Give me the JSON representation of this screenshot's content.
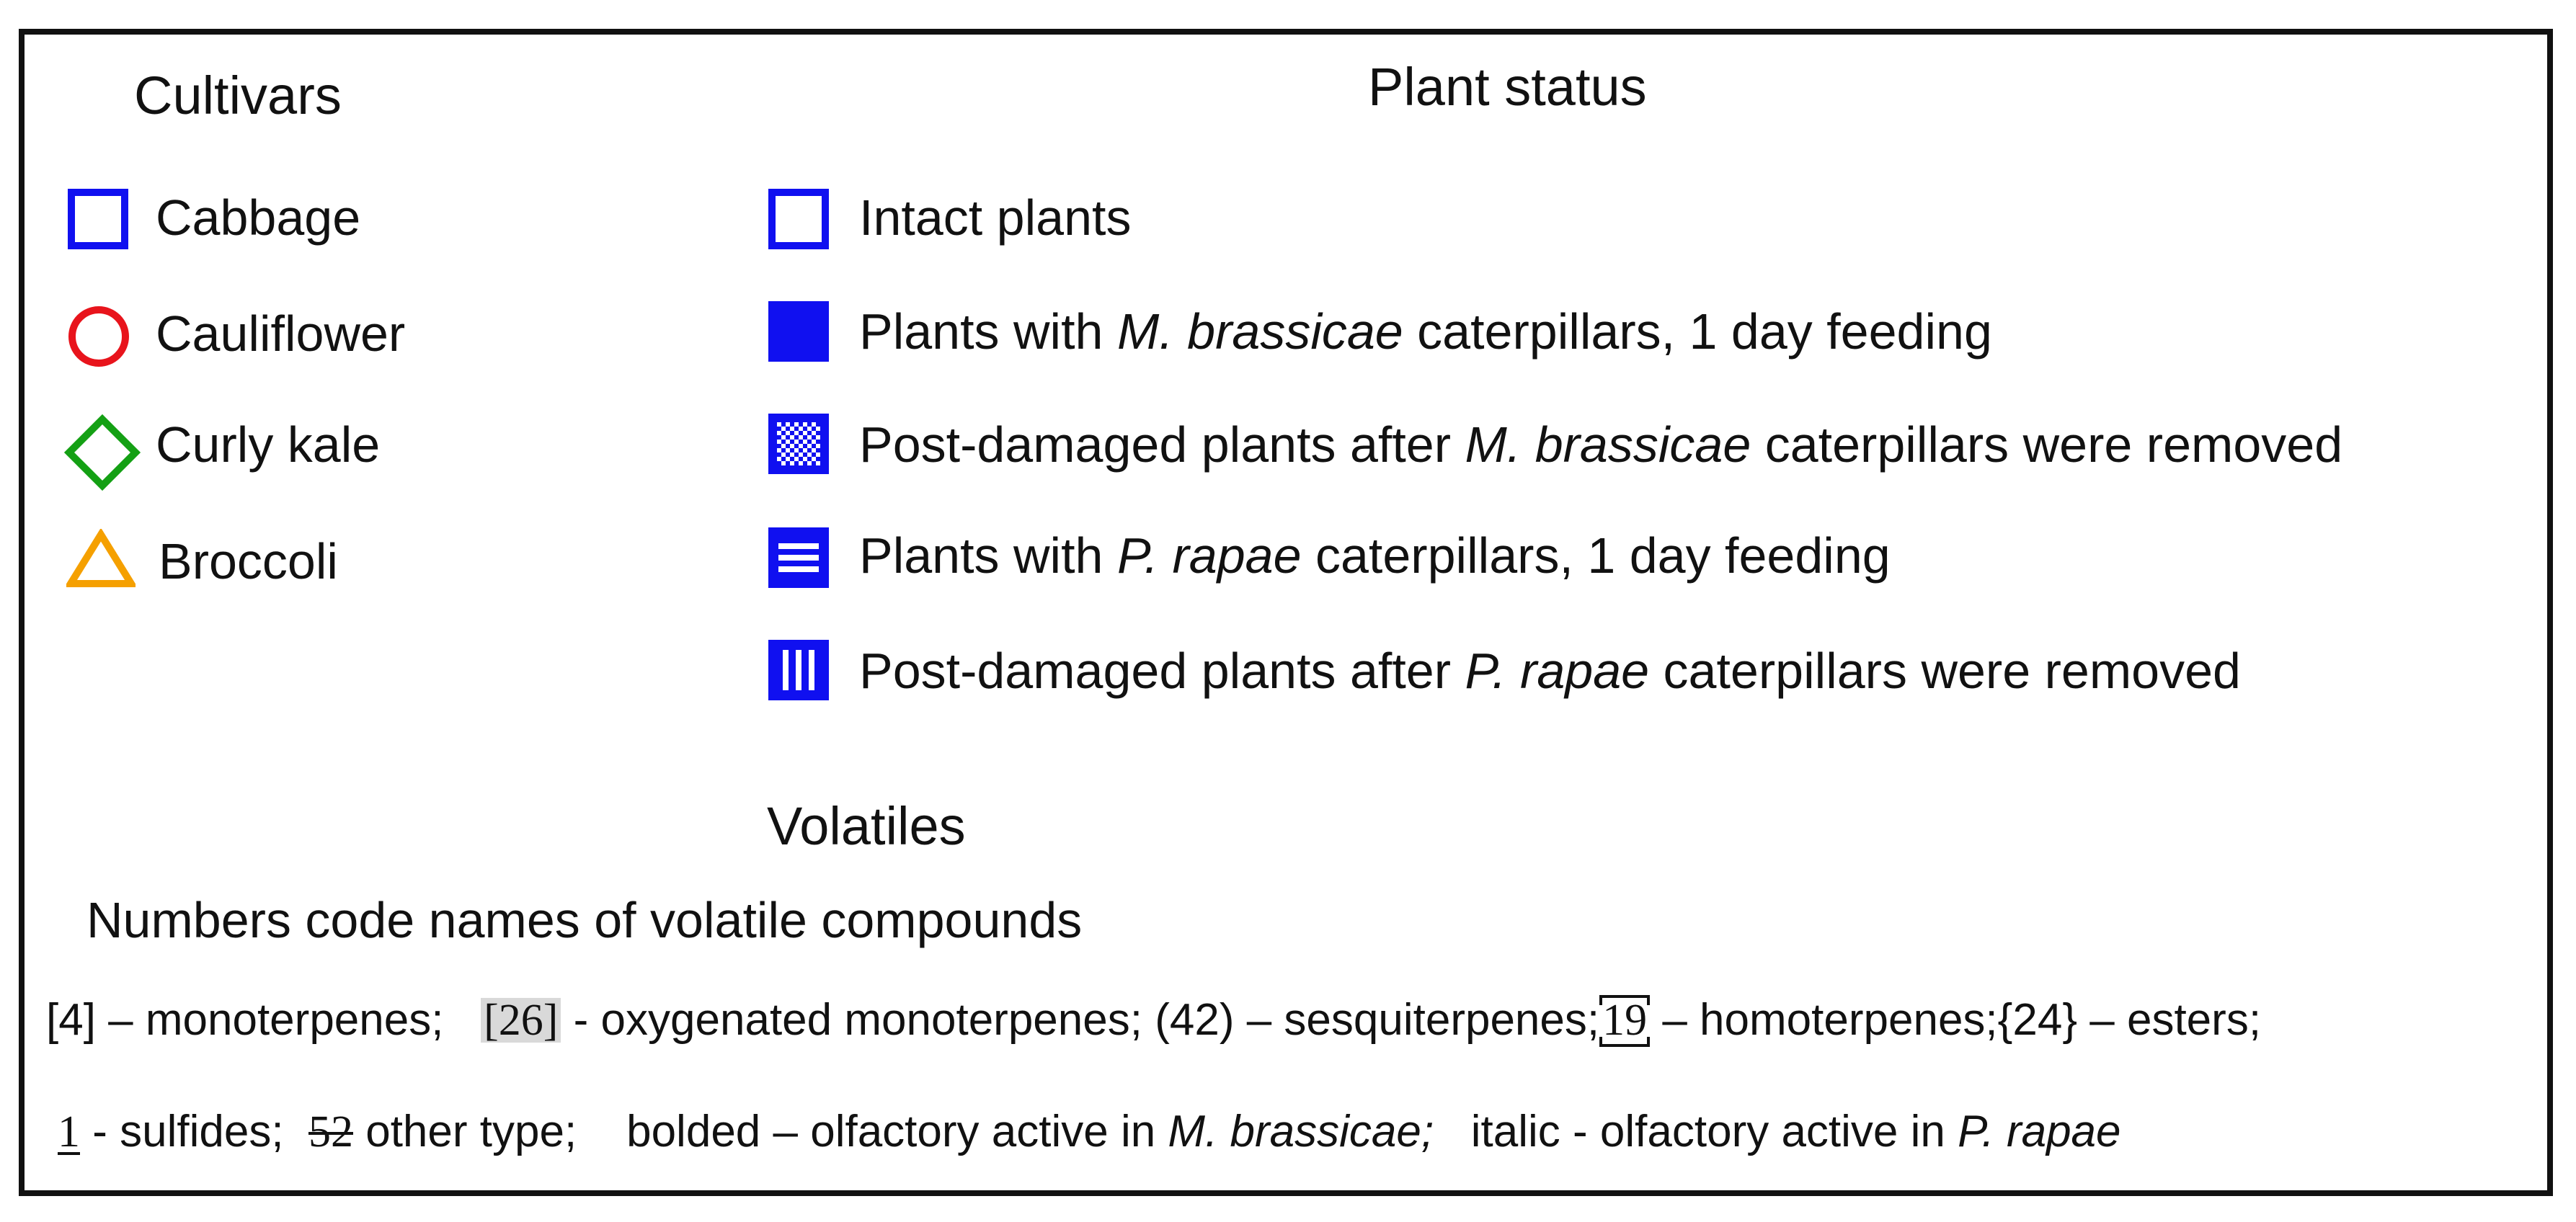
{
  "headings": {
    "cultivars": "Cultivars",
    "plant_status": "Plant status",
    "volatiles": "Volatiles"
  },
  "cultivars": [
    {
      "label": "Cabbage",
      "marker": "open-square",
      "color": "#1010f0"
    },
    {
      "label": "Cauliflower",
      "marker": "open-circle",
      "color": "#e8141c"
    },
    {
      "label": "Curly kale",
      "marker": "open-diamond",
      "color": "#14a014"
    },
    {
      "label": "Broccoli",
      "marker": "open-triangle",
      "color": "#f5a000"
    }
  ],
  "plant_status": [
    {
      "marker": "open-square",
      "color": "#1010f0",
      "prefix": "Intact plants",
      "species": "",
      "suffix": ""
    },
    {
      "marker": "filled-square",
      "color": "#1010f0",
      "prefix": "Plants with ",
      "species": "M. brassicae",
      "suffix": " caterpillars, 1 day feeding"
    },
    {
      "marker": "checkered-square",
      "color": "#1010f0",
      "prefix": "Post-damaged plants after ",
      "species": "M. brassicae",
      "suffix": " caterpillars were removed"
    },
    {
      "marker": "horizontal-striped-square",
      "color": "#1010f0",
      "prefix": "Plants with ",
      "species": "P. rapae",
      "suffix": " caterpillars, 1 day feeding"
    },
    {
      "marker": "vertical-striped-square",
      "color": "#1010f0",
      "prefix": "Post-damaged plants after ",
      "species": "P. rapae",
      "suffix": " caterpillars were removed"
    }
  ],
  "volatiles": {
    "description": "Numbers code names of volatile compounds",
    "line1": {
      "mono_code": "[4]",
      "mono_text": " – monoterpenes;",
      "oxy_code": "[26]",
      "oxy_text": " - oxygenated monoterpenes;",
      "sesq_code": "(42)",
      "sesq_text": " – sesquiterpenes;",
      "homo_code": "19",
      "homo_text": " – homoterpenes;",
      "ester_code": "{24}",
      "ester_text": " – esters;"
    },
    "line2": {
      "sulfide_code": "1",
      "sulfide_text": " - sulfides;",
      "other_code": "52",
      "other_text": " other type;",
      "bolded_text": "bolded – olfactory active in ",
      "bolded_species": "M. brassicae;",
      "italic_text": "italic - olfactory active in ",
      "italic_species": "P. rapae"
    }
  }
}
